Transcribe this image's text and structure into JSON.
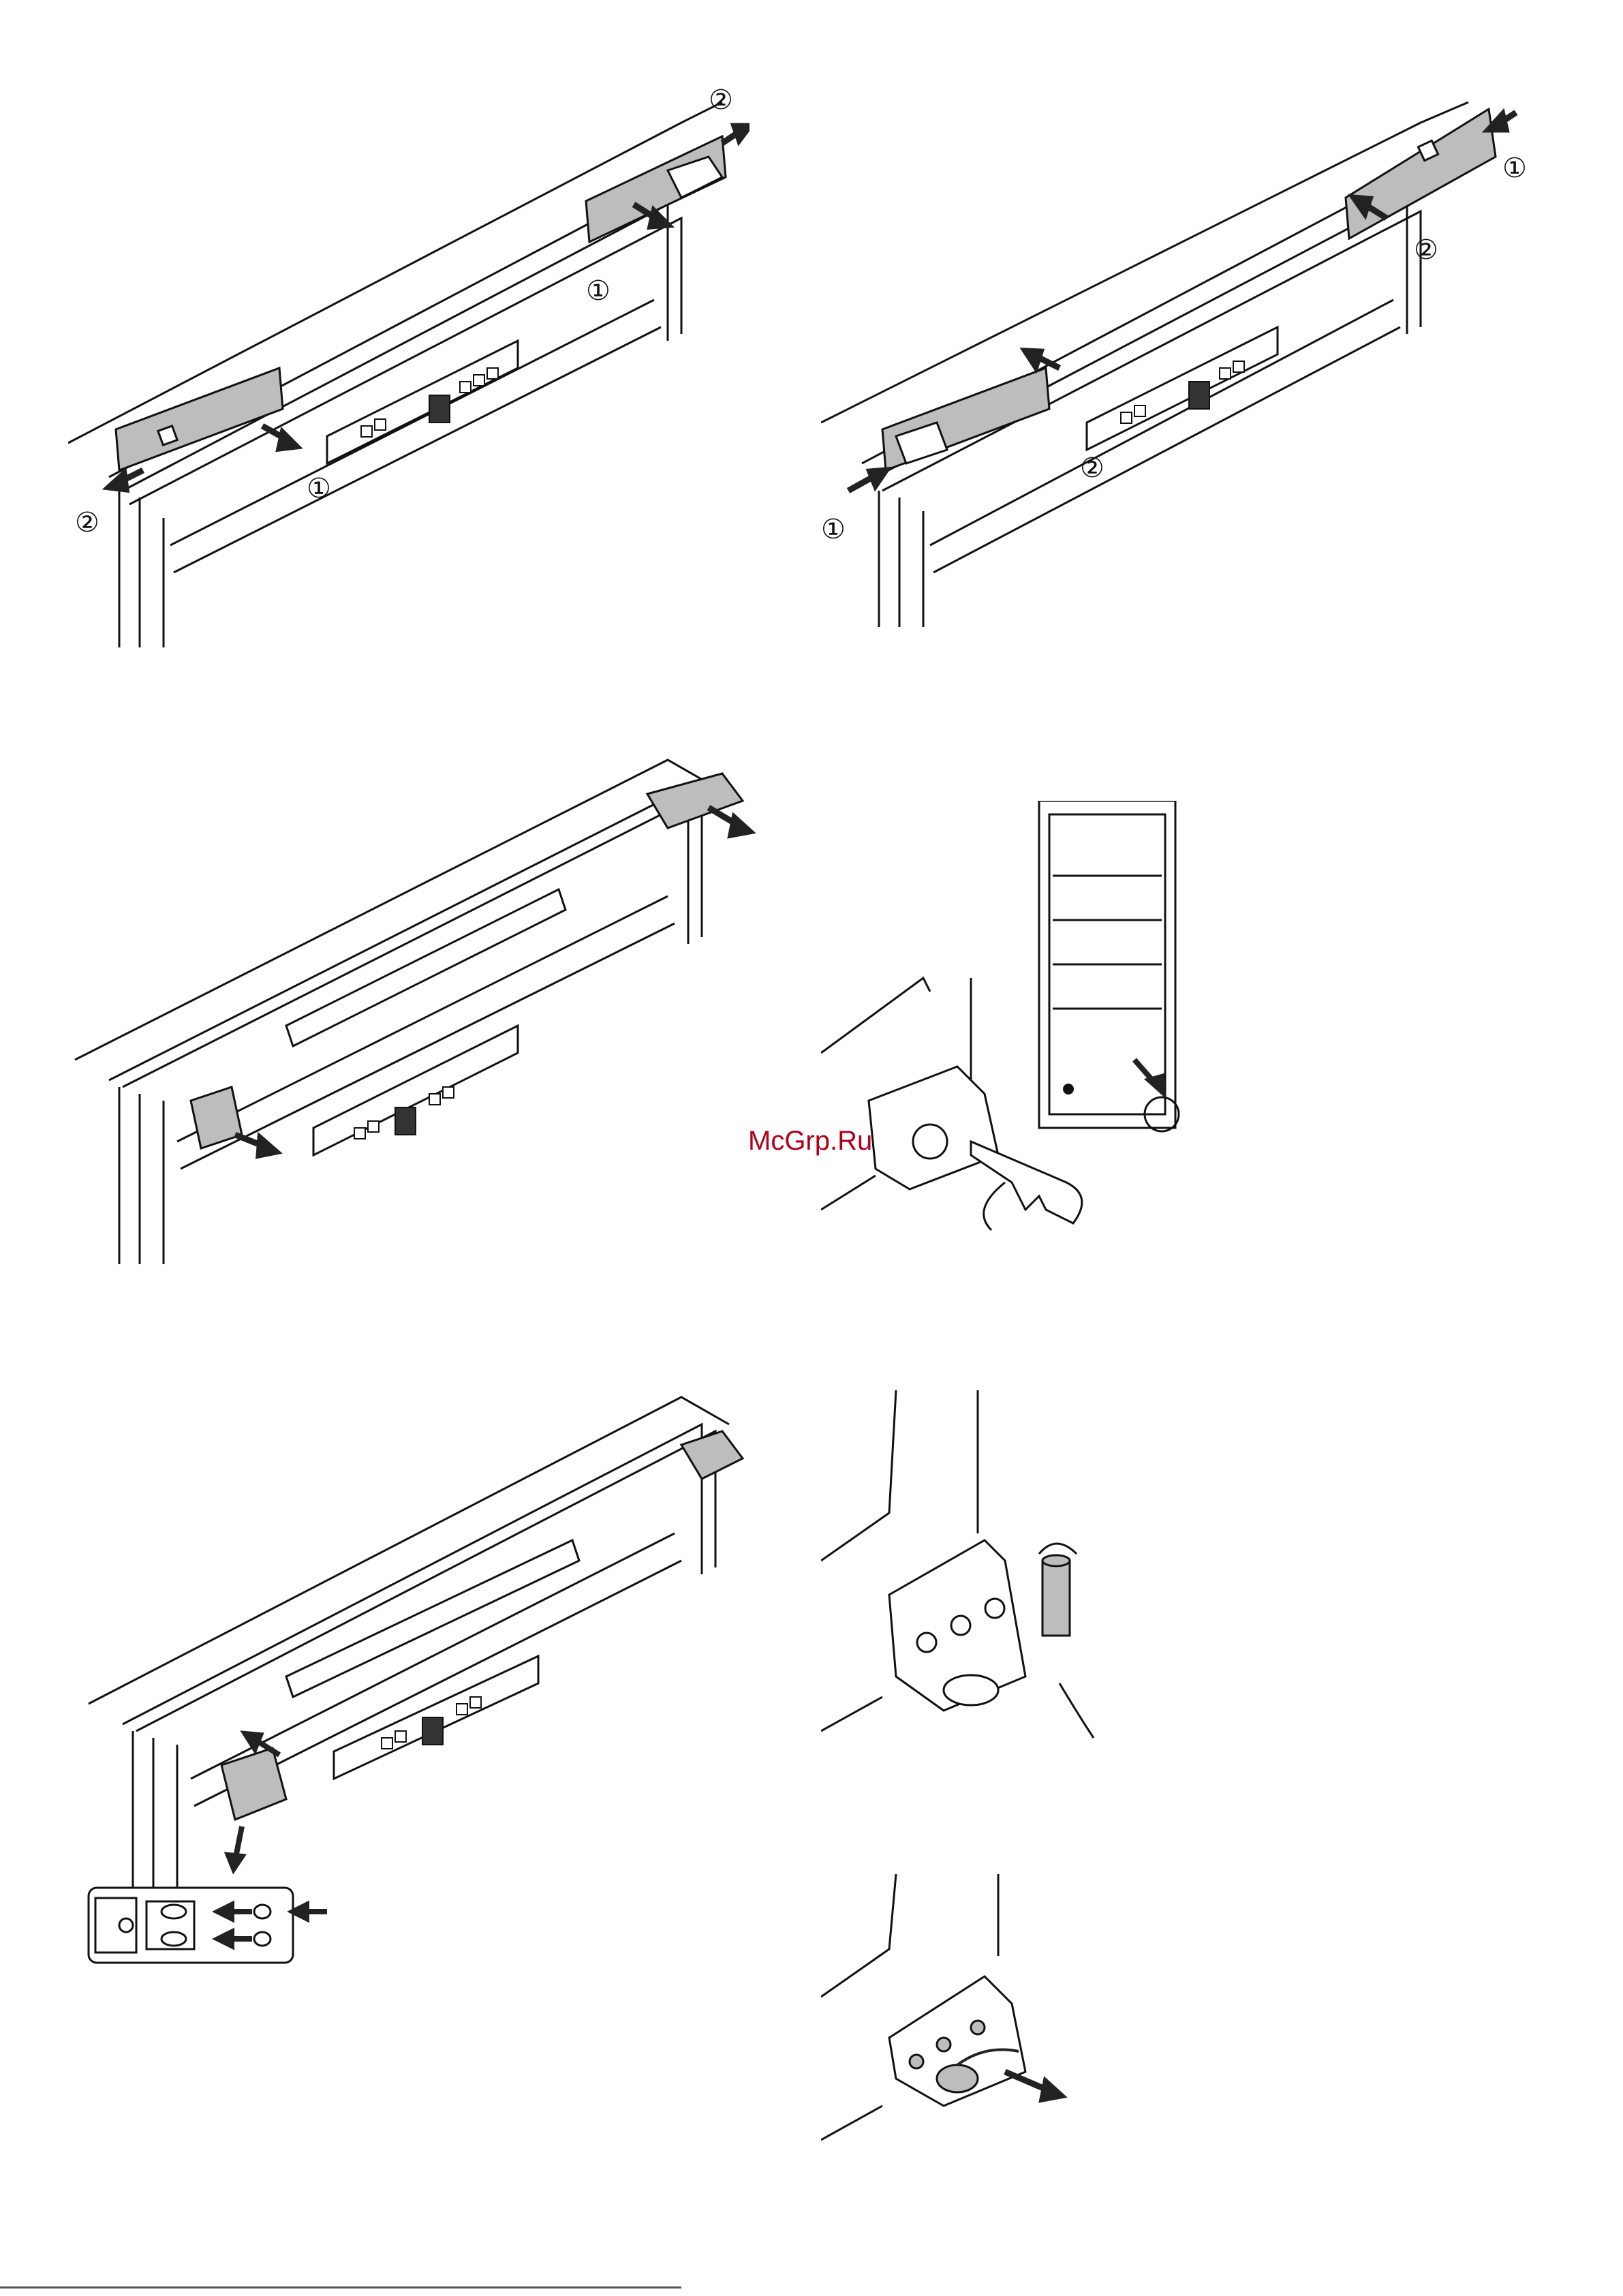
{
  "watermark": {
    "text": "McGrp.Ru",
    "color": "#b0001a"
  },
  "markers": {
    "one": "①",
    "two": "②"
  },
  "colors": {
    "line": "#111111",
    "part_fill": "#bdbdbd",
    "arrow": "#222222"
  },
  "figures": [
    {
      "name": "upper-trim-removal",
      "icons": [
        "panel-arrow-icon"
      ]
    },
    {
      "name": "upper-trim-installation",
      "icons": [
        "panel-arrow-icon"
      ]
    },
    {
      "name": "hinge-removal",
      "icons": [
        "hinge-icon"
      ]
    },
    {
      "name": "door-bottom-hinge-adjust",
      "icons": [
        "wrench-icon"
      ]
    },
    {
      "name": "hinge-swap-plate",
      "icons": [
        "hinge-plate-icon"
      ]
    },
    {
      "name": "bearing-pin-rotate",
      "icons": [
        "rotate-icon"
      ]
    },
    {
      "name": "bracket-screws",
      "icons": [
        "screw-icon"
      ]
    }
  ]
}
